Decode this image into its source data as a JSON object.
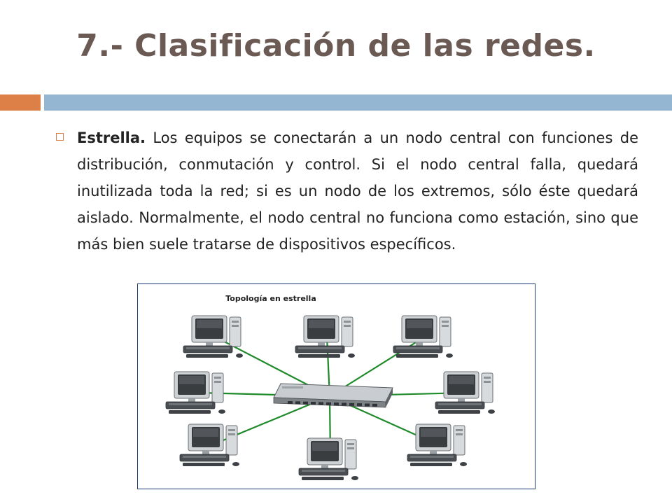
{
  "slide": {
    "title": "7.- Clasificación de las redes.",
    "bullet": {
      "term": "Estrella.",
      "text": " Los equipos se conectarán a un nodo central con funciones de distribución, conmutación y control. Si el nodo central falla, quedará inutilizada toda la red; si es un nodo de los extremos, sólo éste quedará aislado. Normalmente, el nodo central no funciona como estación, sino que más bien suele tratarse de dispositivos específicos."
    },
    "diagram": {
      "title": "Topología en estrella",
      "link_color": "#1e8a2a",
      "hub": "switch-icon",
      "nodes": [
        {
          "name": "computer-top-left"
        },
        {
          "name": "computer-top-center"
        },
        {
          "name": "computer-top-right"
        },
        {
          "name": "computer-middle-left"
        },
        {
          "name": "computer-middle-right"
        },
        {
          "name": "computer-bottom-left"
        },
        {
          "name": "computer-bottom-center"
        },
        {
          "name": "computer-bottom-right"
        }
      ]
    }
  },
  "colors": {
    "title": "#6b5a53",
    "accent_orange": "#dd8047",
    "accent_blue": "#94b6d2"
  }
}
